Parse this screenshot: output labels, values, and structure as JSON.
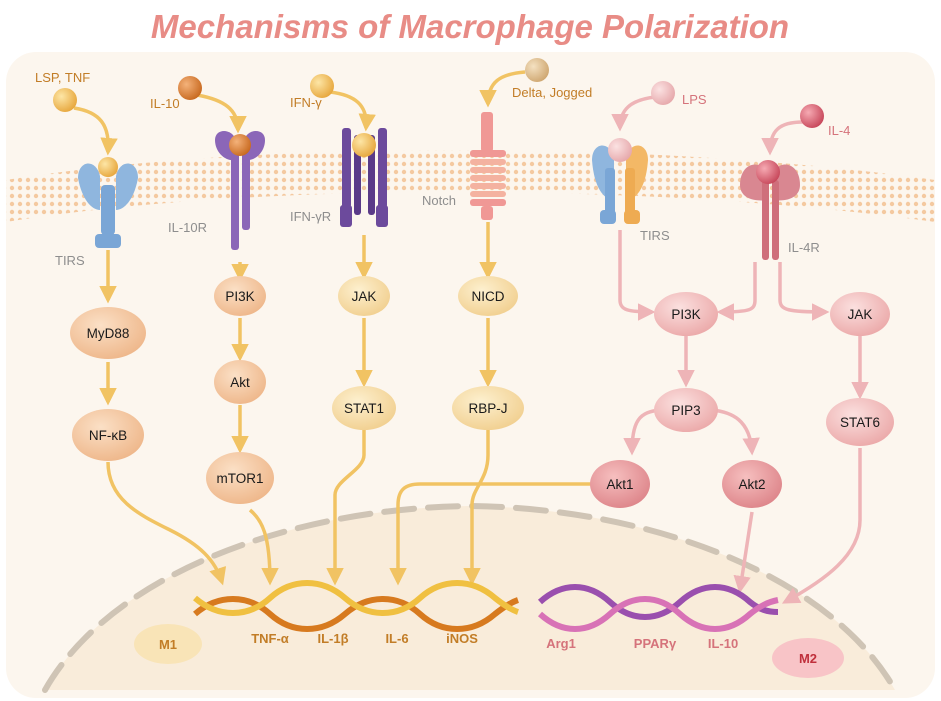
{
  "title": "Mechanisms of Macrophage Polarization",
  "ligands": {
    "lsp_tnf": "LSP, TNF",
    "il10": "IL-10",
    "ifng": "IFN-γ",
    "delta": "Delta, Jogged",
    "lps": "LPS",
    "il4": "IL-4"
  },
  "receptors": {
    "tirs_left": "TIRS",
    "il10r": "IL-10R",
    "ifngr": "IFN-γR",
    "notch": "Notch",
    "tirs_right": "TIRS",
    "il4r": "IL-4R"
  },
  "nodes": {
    "myd88": "MyD88",
    "nfkb": "NF-κB",
    "pi3k_left": "PI3K",
    "akt": "Akt",
    "mtor1": "mTOR1",
    "jak_left": "JAK",
    "stat1": "STAT1",
    "nicd": "NICD",
    "rbpj": "RBP-J",
    "pi3k_right": "PI3K",
    "pip3": "PIP3",
    "akt1": "Akt1",
    "akt2": "Akt2",
    "jak_right": "JAK",
    "stat6": "STAT6"
  },
  "m1_genes": [
    "TNF-α",
    "IL-1β",
    "IL-6",
    "iNOS"
  ],
  "m2_genes": [
    "Arg1",
    "PPARγ",
    "IL-10"
  ],
  "phenotypes": {
    "m1": "M1",
    "m2": "M2"
  },
  "colors": {
    "title": "#e88c86",
    "m1_pathway": "#f1c363",
    "m2_pathway": "#eeb4b7",
    "cell_background": "#fcf6ee",
    "membrane": "#f7d3a8",
    "m1_label": "#c27d27",
    "m2_label": "#d5737b"
  }
}
